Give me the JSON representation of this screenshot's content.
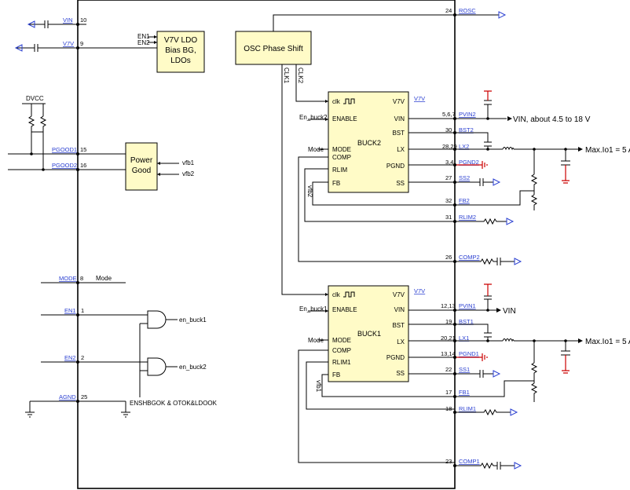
{
  "ldo": {
    "line1": "V7V LDO",
    "line2": "Bias BG,",
    "line3": "LDOs",
    "in1": "EN1",
    "in2": "EN2"
  },
  "osc": {
    "label": "OSC Phase Shift",
    "clk1": "CLK1",
    "clk2": "CLK2"
  },
  "pg": {
    "line1": "Power",
    "line2": "Good",
    "in1": "vfb1",
    "in2": "vfb2"
  },
  "dvcc": "DVCC",
  "left_pins": {
    "vin": {
      "net": "VIN",
      "num": "10"
    },
    "v7v": {
      "net": "V7V",
      "num": "9"
    },
    "pgood1": {
      "net": "PGOOD1",
      "num": "15"
    },
    "pgood2": {
      "net": "PGOOD2",
      "num": "16"
    },
    "mode": {
      "net": "MODE",
      "num": "8",
      "label": "Mode"
    },
    "en1": {
      "net": "EN1",
      "num": "1"
    },
    "en2": {
      "net": "EN2",
      "num": "2"
    },
    "agnd": {
      "net": "AGND",
      "num": "25"
    }
  },
  "gates": {
    "out1": "en_buck1",
    "out2": "en_buck2",
    "common": "ENSHBGOK & OTOK&LDOOK"
  },
  "rosc": {
    "net": "ROSC",
    "num": "24"
  },
  "buck2": {
    "title": "BUCK2",
    "left": {
      "clk": "clk",
      "enable": "ENABLE",
      "mode": "MODE",
      "comp": "COMP",
      "rlim": "RLIM",
      "fb": "FB"
    },
    "right": {
      "v7v": "V7V",
      "vin": "VIN",
      "bst": "BST",
      "lx": "LX",
      "pgnd": "PGND",
      "ss": "SS"
    },
    "en_label": "En_buck2",
    "mode_label": "Mode",
    "vfb_label": "vfb2",
    "v7v_net": "V7V"
  },
  "buck1": {
    "title": "BUCK1",
    "left": {
      "clk": "clk",
      "enable": "ENABLE",
      "mode": "MODE",
      "comp": "COMP",
      "rlim": "RLIM1",
      "fb": "FB"
    },
    "right": {
      "v7v": "V7V",
      "vin": "VIN",
      "bst": "BST",
      "lx": "LX",
      "pgnd": "PGND",
      "ss": "SS"
    },
    "en_label": "En_buck1",
    "mode_label": "Mode",
    "vfb_label": "vfb1",
    "v7v_net": "V7V"
  },
  "right_pins": {
    "pvin2": {
      "net": "PVIN2",
      "num": "5,6,7"
    },
    "bst2": {
      "net": "BST2",
      "num": "30"
    },
    "lx2": {
      "net": "LX2",
      "num": "28,29"
    },
    "pgnd2": {
      "net": "PGND2",
      "num": "3,4"
    },
    "ss2": {
      "net": "SS2",
      "num": "27"
    },
    "fb2": {
      "net": "FB2",
      "num": "32"
    },
    "rlim2": {
      "net": "RLIM2",
      "num": "31"
    },
    "comp2": {
      "net": "COMP2",
      "num": "26"
    },
    "pvin1": {
      "net": "PVIN1",
      "num": "12,13"
    },
    "bst1": {
      "net": "BST1",
      "num": "19"
    },
    "lx1": {
      "net": "LX1",
      "num": "20,21"
    },
    "pgnd1": {
      "net": "PGND1",
      "num": "13,14"
    },
    "ss1": {
      "net": "SS1",
      "num": "22"
    },
    "fb1": {
      "net": "FB1",
      "num": "17"
    },
    "rlim1": {
      "net": "RLIM1",
      "num": "18"
    },
    "comp1": {
      "net": "COMP1",
      "num": "23"
    }
  },
  "annotations": {
    "vin_range": "VIN, about 4.5 to 18 V",
    "vin1": "VIN",
    "out2": "Max.Io1 = 5 A",
    "out1": "Max.Io1 = 5 A"
  }
}
